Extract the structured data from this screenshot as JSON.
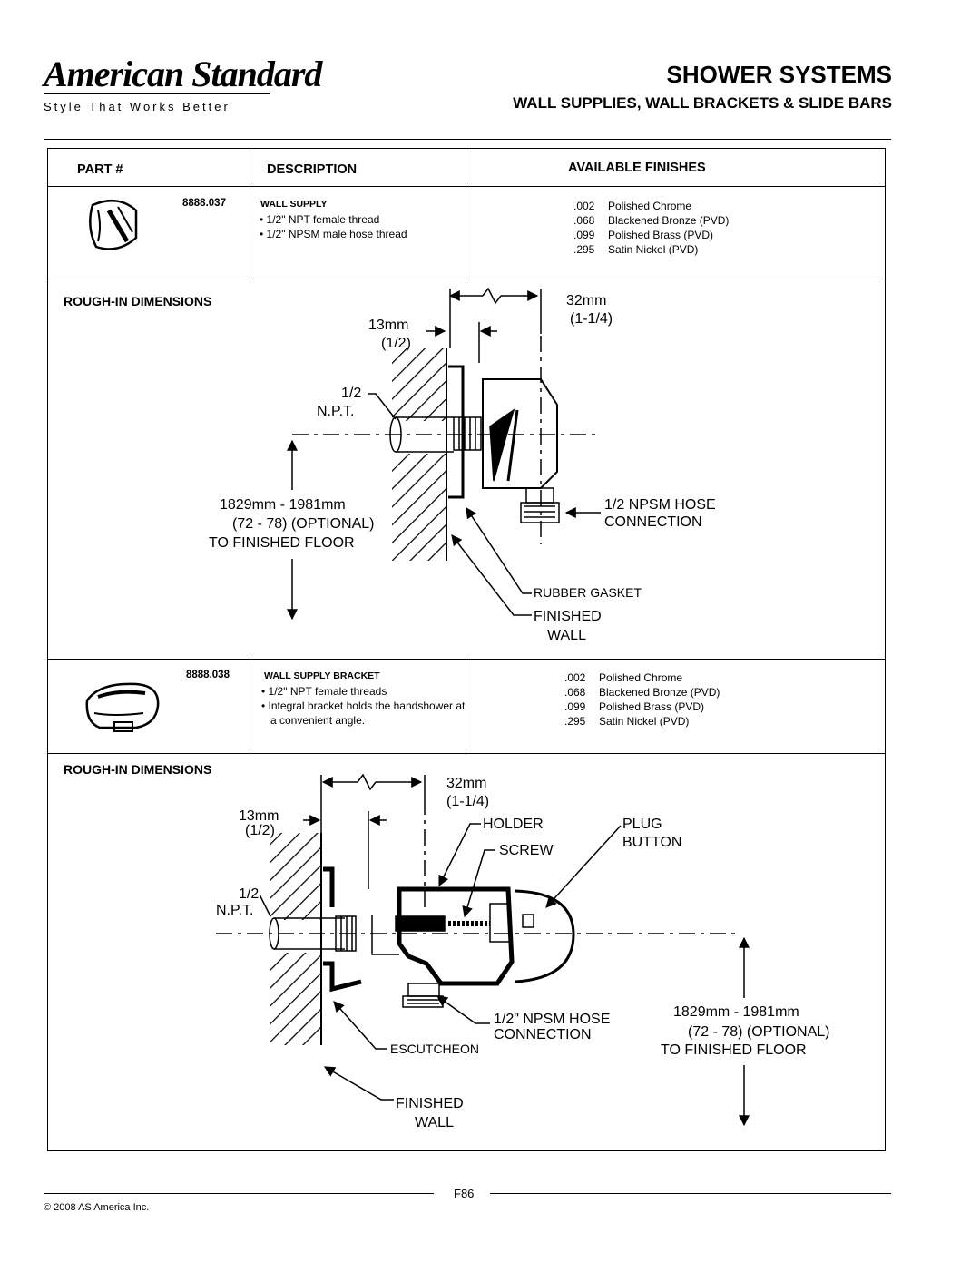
{
  "brand": {
    "logo_text": "American Standard",
    "tagline": "Style That Works Better"
  },
  "header": {
    "title": "SHOWER SYSTEMS",
    "subtitle": "WALL SUPPLIES, WALL BRACKETS & SLIDE BARS"
  },
  "table": {
    "col_part": "PART #",
    "col_description": "DESCRIPTION",
    "col_finishes": "AVAILABLE FINISHES",
    "rough_in_label": "ROUGH-IN DIMENSIONS"
  },
  "products": [
    {
      "part": "8888.037",
      "name": "WALL SUPPLY",
      "bullets": [
        "1/2\" NPT female thread",
        "1/2\" NPSM male hose thread"
      ],
      "finishes": [
        {
          "code": ".002",
          "name": "Polished Chrome"
        },
        {
          "code": ".068",
          "name": "Blackened Bronze (PVD)"
        },
        {
          "code": ".099",
          "name": "Polished Brass (PVD)"
        },
        {
          "code": ".295",
          "name": "Satin Nickel (PVD)"
        }
      ],
      "diagram": {
        "dim_32": "32mm",
        "dim_32_in": "(1-1/4)",
        "dim_13": "13mm",
        "dim_13_in": "(1/2)",
        "npt_1": "1/2",
        "npt_2": "N.P.T.",
        "height_1": "1829mm - 1981mm",
        "height_2": "(72 - 78) (OPTIONAL)",
        "height_3": "TO FINISHED FLOOR",
        "hose_1": "1/2 NPSM HOSE",
        "hose_2": "CONNECTION",
        "gasket": "RUBBER GASKET",
        "wall_1": "FINISHED",
        "wall_2": "WALL"
      }
    },
    {
      "part": "8888.038",
      "name": "WALL SUPPLY BRACKET",
      "bullets": [
        "1/2\" NPT female threads",
        "Integral bracket holds the handshower at a convenient angle."
      ],
      "finishes": [
        {
          "code": ".002",
          "name": "Polished Chrome"
        },
        {
          "code": ".068",
          "name": "Blackened Bronze (PVD)"
        },
        {
          "code": ".099",
          "name": "Polished Brass (PVD)"
        },
        {
          "code": ".295",
          "name": "Satin Nickel (PVD)"
        }
      ],
      "diagram": {
        "dim_32": "32mm",
        "dim_32_in": "(1-1/4)",
        "dim_13": "13mm",
        "dim_13_in": "(1/2)",
        "holder_1": "HOLDER",
        "holder_2": "SCREW",
        "plug_1": "PLUG",
        "plug_2": "BUTTON",
        "npt_1": "1/2",
        "npt_2": "N.P.T.",
        "hose_1": "1/2\" NPSM HOSE",
        "hose_2": "CONNECTION",
        "escutcheon": "ESCUTCHEON",
        "height_1": "1829mm - 1981mm",
        "height_2": "(72 - 78) (OPTIONAL)",
        "height_3": "TO FINISHED FLOOR",
        "wall_1": "FINISHED",
        "wall_2": "WALL"
      }
    }
  ],
  "footer": {
    "page": "F86",
    "copyright": "© 2008 AS America Inc."
  }
}
